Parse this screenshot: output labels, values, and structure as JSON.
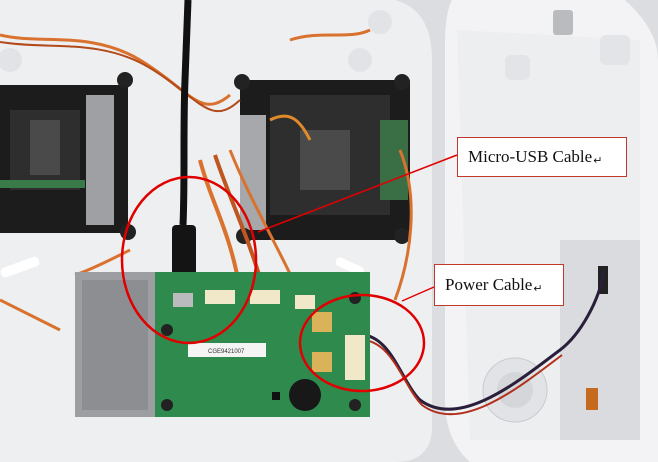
{
  "callouts": {
    "usb": {
      "text": "Micro-USB Cable",
      "mark": "↵"
    },
    "power": {
      "text": "Power Cable",
      "mark": "↵"
    }
  },
  "board": {
    "sticker": "CGE9421007"
  },
  "colors": {
    "highlight": "#e00000",
    "case": "#f1f1f3",
    "pcb": "#2f8a4e",
    "gimbal": "#1a1a1a"
  }
}
